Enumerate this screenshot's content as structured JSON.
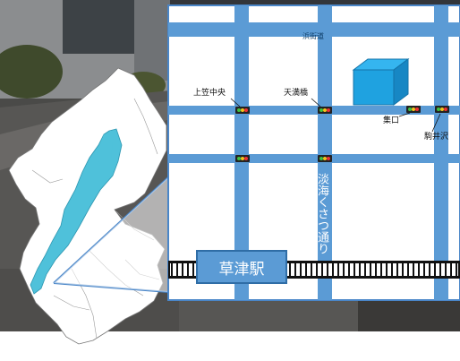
{
  "map": {
    "street_main": "浜街道",
    "street_vertical": "淡海くさつ通り",
    "station": "草津駅",
    "places": {
      "kamigasa": "上笠中央",
      "tenmanbashi": "天満橋",
      "shuguchi": "集口",
      "komaisawa": "駒井沢"
    },
    "colors": {
      "road": "#5b9bd5",
      "map_bg": "#ffffff",
      "building": "#1fa2e0",
      "lake": "#4fc1da",
      "frame": "#4a86c8"
    }
  }
}
